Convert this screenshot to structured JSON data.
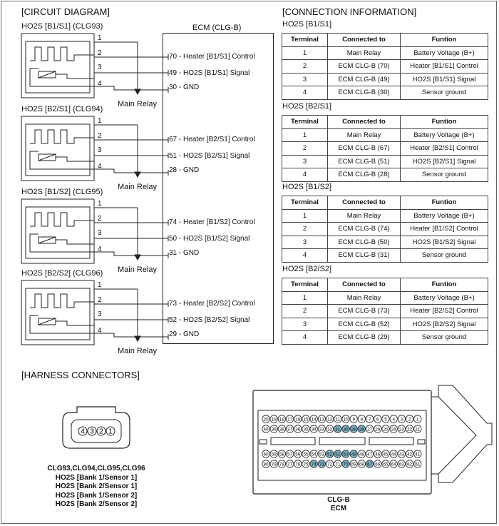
{
  "circuit": {
    "title": "[CIRCUIT DIAGRAM]",
    "ecm_label": "ECM (CLG-B)",
    "main_relay": "Main Relay",
    "pin_numbers": [
      "1",
      "2",
      "3",
      "4"
    ],
    "sensors": [
      {
        "name": "HO2S [B1/S1] (CLG93)",
        "heater": "70 - Heater [B1/S1] Control",
        "signal": "49 - HO2S [B1/S1] Signal",
        "gnd": "30 - GND"
      },
      {
        "name": "HO2S [B2/S1] (CLG94)",
        "heater": "67 - Heater [B2/S1] Control",
        "signal": "51 - HO2S [B2/S1] Signal",
        "gnd": "28 - GND"
      },
      {
        "name": "HO2S [B1/S2] (CLG95)",
        "heater": "74 - Heater [B1/S2] Control",
        "signal": "50 - HO2S [B1/S2] Signal",
        "gnd": "31 - GND"
      },
      {
        "name": "HO2S [B2/S2] (CLG96)",
        "heater": "73 - Heater [B2/S2] Control",
        "signal": "52 - HO2S [B2/S2] Signal",
        "gnd": "29 - GND"
      }
    ]
  },
  "connection": {
    "title": "[CONNECTION INFORMATION]",
    "headers": [
      "Terminal",
      "Connected to",
      "Funtion"
    ],
    "tables": [
      {
        "name": "HO2S [B1/S1]",
        "rows": [
          [
            "1",
            "Main Relay",
            "Battery Voltage (B+)"
          ],
          [
            "2",
            "ECM CLG-B (70)",
            "Heater [B1/S1] Control"
          ],
          [
            "3",
            "ECM CLG-B (49)",
            "HO2S [B1/S1] Signal"
          ],
          [
            "4",
            "ECM CLG-B (30)",
            "Sensor ground"
          ]
        ]
      },
      {
        "name": "HO2S [B2/S1]",
        "rows": [
          [
            "1",
            "Main Relay",
            "Battery Voltage (B+)"
          ],
          [
            "2",
            "ECM CLG-B (67)",
            "Heater [B2/S1] Control"
          ],
          [
            "3",
            "ECM CLG-B (51)",
            "HO2S [B2/S1] Signal"
          ],
          [
            "4",
            "ECM CLG-B (28)",
            "Sensor ground"
          ]
        ]
      },
      {
        "name": "HO2S [B1/S2]",
        "rows": [
          [
            "1",
            "Main Relay",
            "Battery Voltage (B+)"
          ],
          [
            "2",
            "ECM CLG-B (74)",
            "Heater [B1/S2] Control"
          ],
          [
            "3",
            "ECM CLG-B (50)",
            "HO2S [B1/S2] Signal"
          ],
          [
            "4",
            "ECM CLG-B (31)",
            "Sensor ground"
          ]
        ]
      },
      {
        "name": "HO2S [B2/S2]",
        "rows": [
          [
            "1",
            "Main Relay",
            "Battery Voltage (B+)"
          ],
          [
            "2",
            "ECM CLG-B (73)",
            "Heater [B2/S2] Control"
          ],
          [
            "3",
            "ECM CLG-B (52)",
            "HO2S [B2/S2] Signal"
          ],
          [
            "4",
            "ECM CLG-B (29)",
            "Sensor ground"
          ]
        ]
      }
    ]
  },
  "harness": {
    "title": "[HARNESS CONNECTORS]",
    "small_pins": [
      "4",
      "3",
      "2",
      "1"
    ],
    "small_caption": [
      "CLG93,CLG94,CLG95,CLG96",
      "HO2S [Bank 1/Sensor 1]",
      "HO2S [Bank 2/Sensor 1]",
      "HO2S [Bank 1/Sensor 2]",
      "HO2S [Bank 2/Sensor 2]"
    ],
    "ecm_caption": [
      "CLG-B",
      "ECM"
    ],
    "ecm_rows": [
      [
        "20",
        "19",
        "18",
        "17",
        "16",
        "15",
        "14",
        "13",
        "12",
        "11",
        "10",
        "9",
        "8",
        "7",
        "6",
        "5",
        "4",
        "3",
        "2",
        "1"
      ],
      [
        "40",
        "39",
        "38",
        "37",
        "36",
        "35",
        "34",
        "33",
        "32",
        "31",
        "30",
        "29",
        "28",
        "27",
        "26",
        "25",
        "24",
        "23",
        "22",
        "21"
      ],
      [
        "60",
        "59",
        "58",
        "57",
        "56",
        "55",
        "54",
        "53",
        "52",
        "51",
        "50",
        "49",
        "48",
        "47",
        "46",
        "45",
        "44",
        "43",
        "42",
        "41"
      ],
      [
        "80",
        "79",
        "78",
        "77",
        "76",
        "75",
        "74",
        "73",
        "72",
        "71",
        "70",
        "69",
        "68",
        "67",
        "66",
        "65",
        "64",
        "63",
        "62",
        "61"
      ]
    ],
    "highlight_pins": [
      "28",
      "29",
      "30",
      "31",
      "49",
      "50",
      "51",
      "52",
      "67",
      "70",
      "73",
      "74"
    ],
    "highlight_color": "#7fb3c4"
  }
}
